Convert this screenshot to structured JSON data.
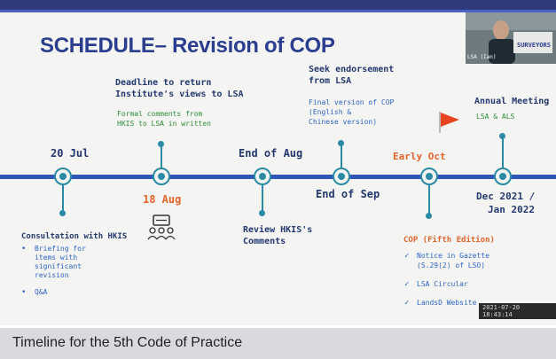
{
  "slide": {
    "title": "SCHEDULE– Revision of COP",
    "timestamp": "2021-07-20 18:43:14"
  },
  "webcam": {
    "caption": "SURVEYORS",
    "name_tag": "LSA (Ian)"
  },
  "milestones": [
    {
      "label": "20 Jul",
      "detail_heading": "Consultation with HKIS",
      "bullets": [
        "Briefing for",
        "items with",
        "significant",
        "revision",
        "Q&A"
      ]
    },
    {
      "label": "18 Aug",
      "heading_l1": "Deadline to return",
      "heading_l2": "Institute's views to LSA",
      "note_l1": "Formal comments from",
      "note_l2": "HKIS to LSA in written"
    },
    {
      "label": "End of Aug",
      "detail_l1": "Review HKIS's",
      "detail_l2": "Comments"
    },
    {
      "label": "End of Sep",
      "heading_l1": "Seek endorsement",
      "heading_l2": "from LSA",
      "note_l1": "Final version of COP",
      "note_l2": "(English &",
      "note_l3": "Chinese version)"
    },
    {
      "label": "Early Oct",
      "heading": "COP (Fifth Edition)",
      "items": [
        "Notice in Gazette",
        "(S.29(2) of LSO)",
        "LSA Circular",
        "LandsD Website"
      ]
    },
    {
      "label_l1": "Dec 2021 /",
      "label_l2": "Jan 2022",
      "heading": "Annual Meeting",
      "note": "LSA & ALS"
    }
  ],
  "caption": "Timeline for the 5th Code of Practice",
  "colors": {
    "axis": "#2f57b8",
    "node": "#2b8aa6",
    "accent": "#e3632a",
    "title": "#2a3d8f"
  }
}
